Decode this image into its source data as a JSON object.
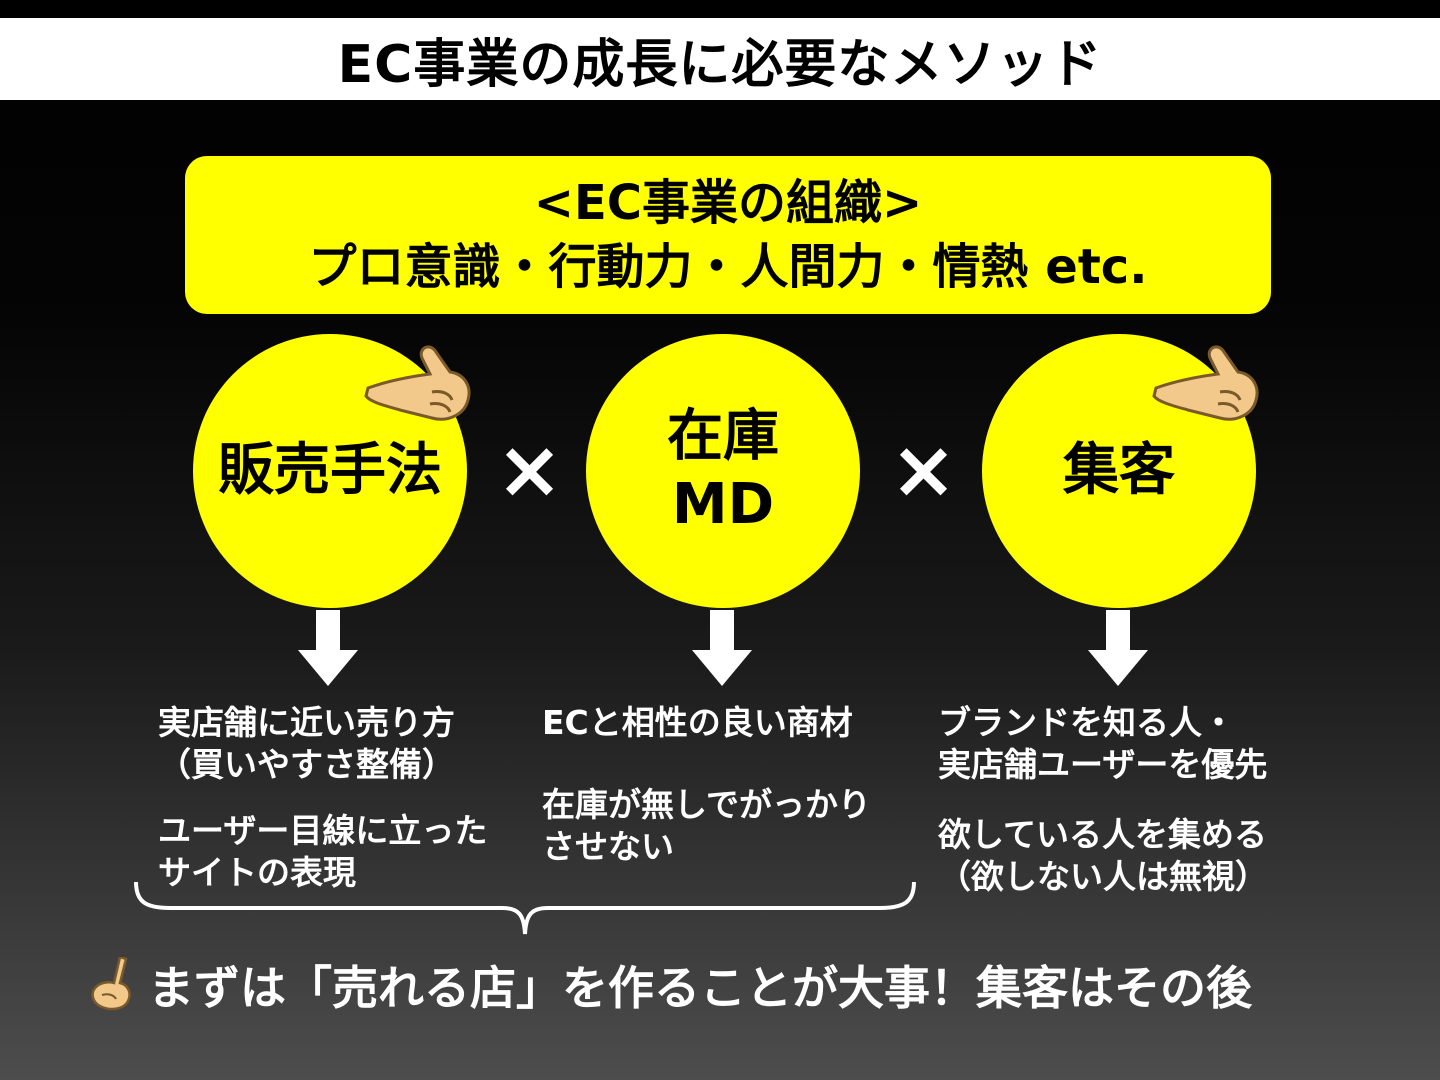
{
  "title": "EC事業の成長に必要なメソッド",
  "org_box": {
    "line1": "<EC事業の組織>",
    "line2": "プロ意識・行動力・人間力・情熱 etc."
  },
  "operator": "×",
  "circles": [
    {
      "lines": [
        "販売手法"
      ]
    },
    {
      "lines": [
        "在庫",
        "MD"
      ]
    },
    {
      "lines": [
        "集客"
      ]
    }
  ],
  "columns": [
    {
      "items": [
        [
          "実店舗に近い売り方",
          "（買いやすさ整備）"
        ],
        [
          "ユーザー目線に立った",
          "サイトの表現"
        ]
      ]
    },
    {
      "items": [
        [
          "ECと相性の良い商材"
        ],
        [
          "在庫が無しでがっかり",
          "させない"
        ]
      ]
    },
    {
      "items": [
        [
          "ブランドを知る人・",
          "実店舗ユーザーを優先"
        ],
        [
          "欲している人を集める",
          "（欲しない人は無視）"
        ]
      ]
    }
  ],
  "conclusion": "まずは「売れる店」を作ることが大事！集客はその後",
  "icons": [
    "pointing-hand-icon",
    "down-arrow-icon",
    "brace-icon"
  ],
  "colors": {
    "accent_yellow": "#ffff00",
    "text_white": "#ffffff",
    "background": "#000000"
  }
}
